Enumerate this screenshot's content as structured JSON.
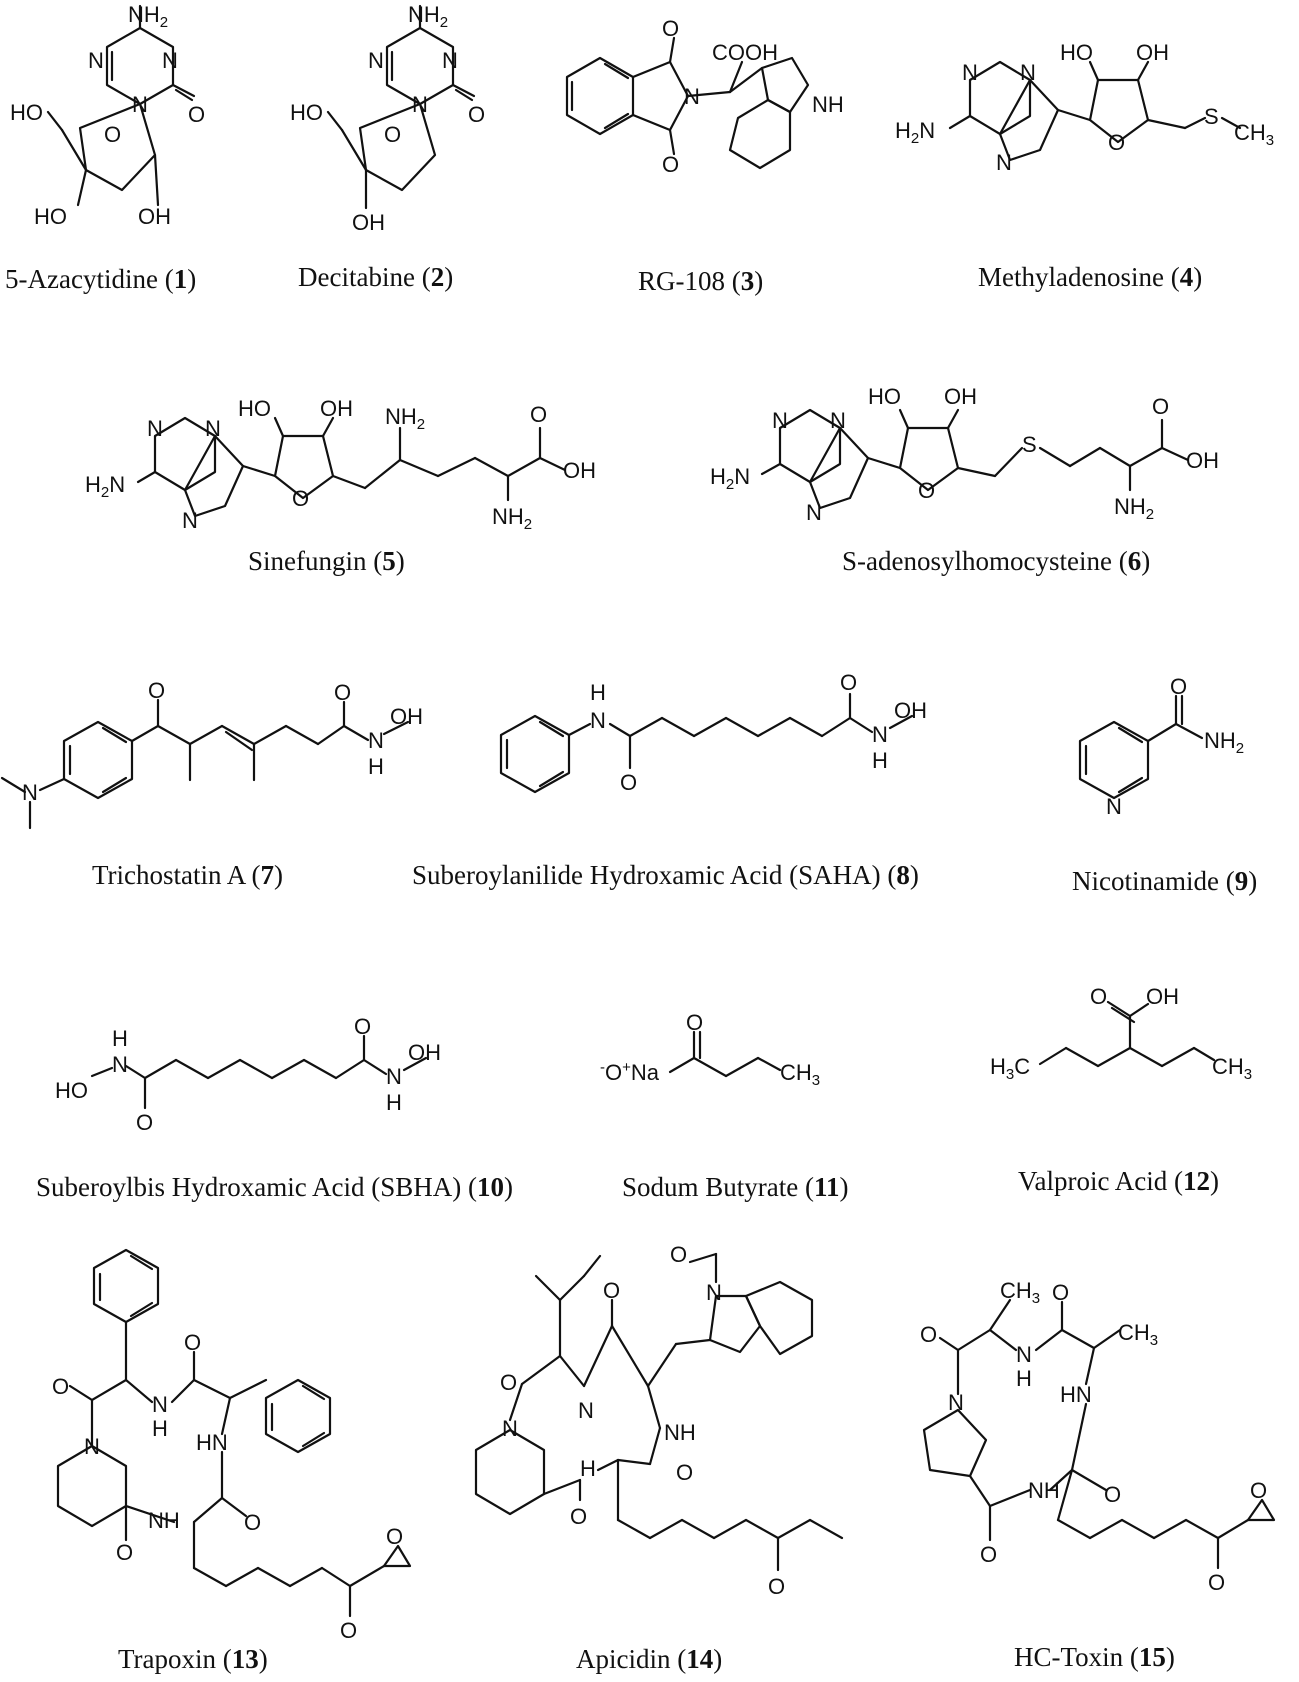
{
  "figure": {
    "compounds": [
      {
        "name": "5-Azacytidine",
        "number": "1"
      },
      {
        "name": "Decitabine",
        "number": "2"
      },
      {
        "name": "RG-108",
        "number": "3"
      },
      {
        "name": "Methyladenosine",
        "number": "4"
      },
      {
        "name": "Sinefungin",
        "number": "5"
      },
      {
        "name": "S-adenosylhomocysteine",
        "number": "6"
      },
      {
        "name": "Trichostatin A",
        "number": "7"
      },
      {
        "name": "Suberoylanilide Hydroxamic Acid (SAHA)",
        "number": "8"
      },
      {
        "name": "Nicotinamide",
        "number": "9"
      },
      {
        "name": "Suberoylbis Hydroxamic Acid (SBHA)",
        "number": "10"
      },
      {
        "name": "Sodum Butyrate",
        "number": "11"
      },
      {
        "name": "Valproic Acid",
        "number": "12"
      },
      {
        "name": "Trapoxin",
        "number": "13"
      },
      {
        "name": "Apicidin",
        "number": "14"
      },
      {
        "name": "HC-Toxin",
        "number": "15"
      }
    ],
    "atoms": {
      "nh2": "NH",
      "n": "N",
      "o": "O",
      "ho": "HO",
      "oh": "OH",
      "cooh": "COOH",
      "nh": "NH",
      "h2n": "H",
      "s": "S",
      "ch3": "CH",
      "h": "H",
      "hn": "HN",
      "na": "Na",
      "ominus": "O",
      "h3c": "H",
      "two": "2",
      "three": "3",
      "minus": "-",
      "plus": "+"
    }
  }
}
